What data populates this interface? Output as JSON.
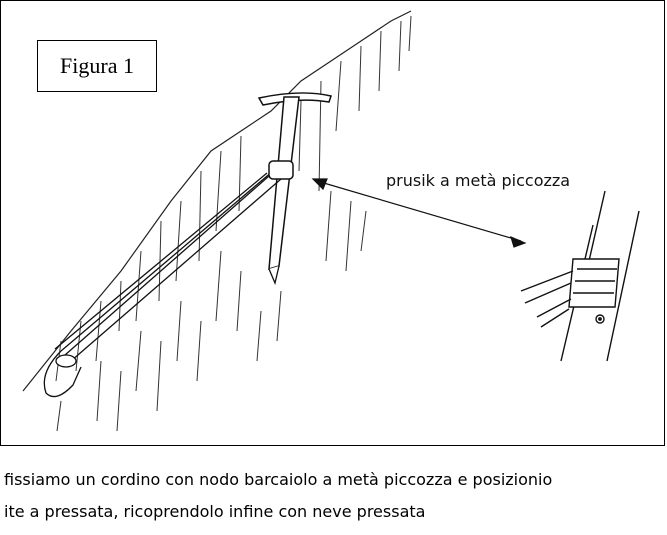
{
  "figure": {
    "label": "Figura 1",
    "annotation": "prusik a metà piccozza"
  },
  "caption": {
    "line1": "fissiamo un cordino con nodo barcaiolo a metà piccozza e posizionio",
    "line2": "ite a pressata, ricoprendolo infine con neve pressata"
  }
}
